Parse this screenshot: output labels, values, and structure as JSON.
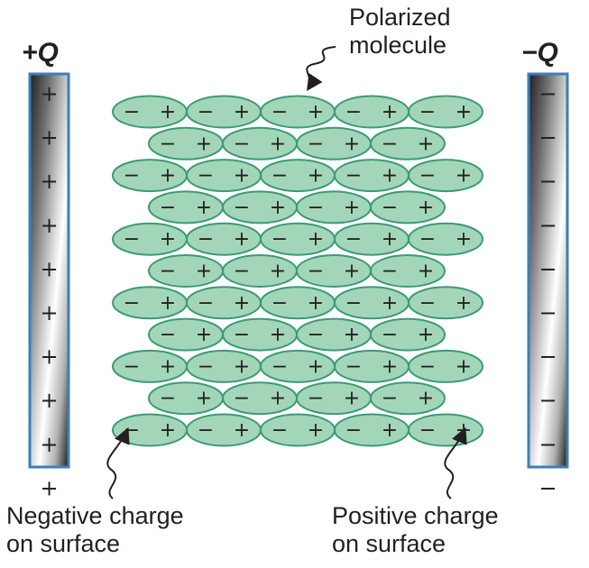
{
  "plate_left": {
    "charge_label": "+Q",
    "symbol": "+",
    "symbol_count": 10
  },
  "plate_right": {
    "charge_label": "−Q",
    "symbol": "−",
    "symbol_count": 10
  },
  "molecule": {
    "negative_sign": "−",
    "positive_sign": "+",
    "fill_color": "#a3d6b8",
    "stroke_color": "#3b9a78"
  },
  "molecule_rows": [
    5,
    4,
    5,
    4,
    5,
    4,
    5,
    4,
    5,
    4,
    5
  ],
  "labels": {
    "polarized": [
      "Polarized",
      "molecule"
    ],
    "negative_surface": [
      "Negative charge",
      "on surface"
    ],
    "positive_surface": [
      "Positive charge",
      "on surface"
    ]
  }
}
